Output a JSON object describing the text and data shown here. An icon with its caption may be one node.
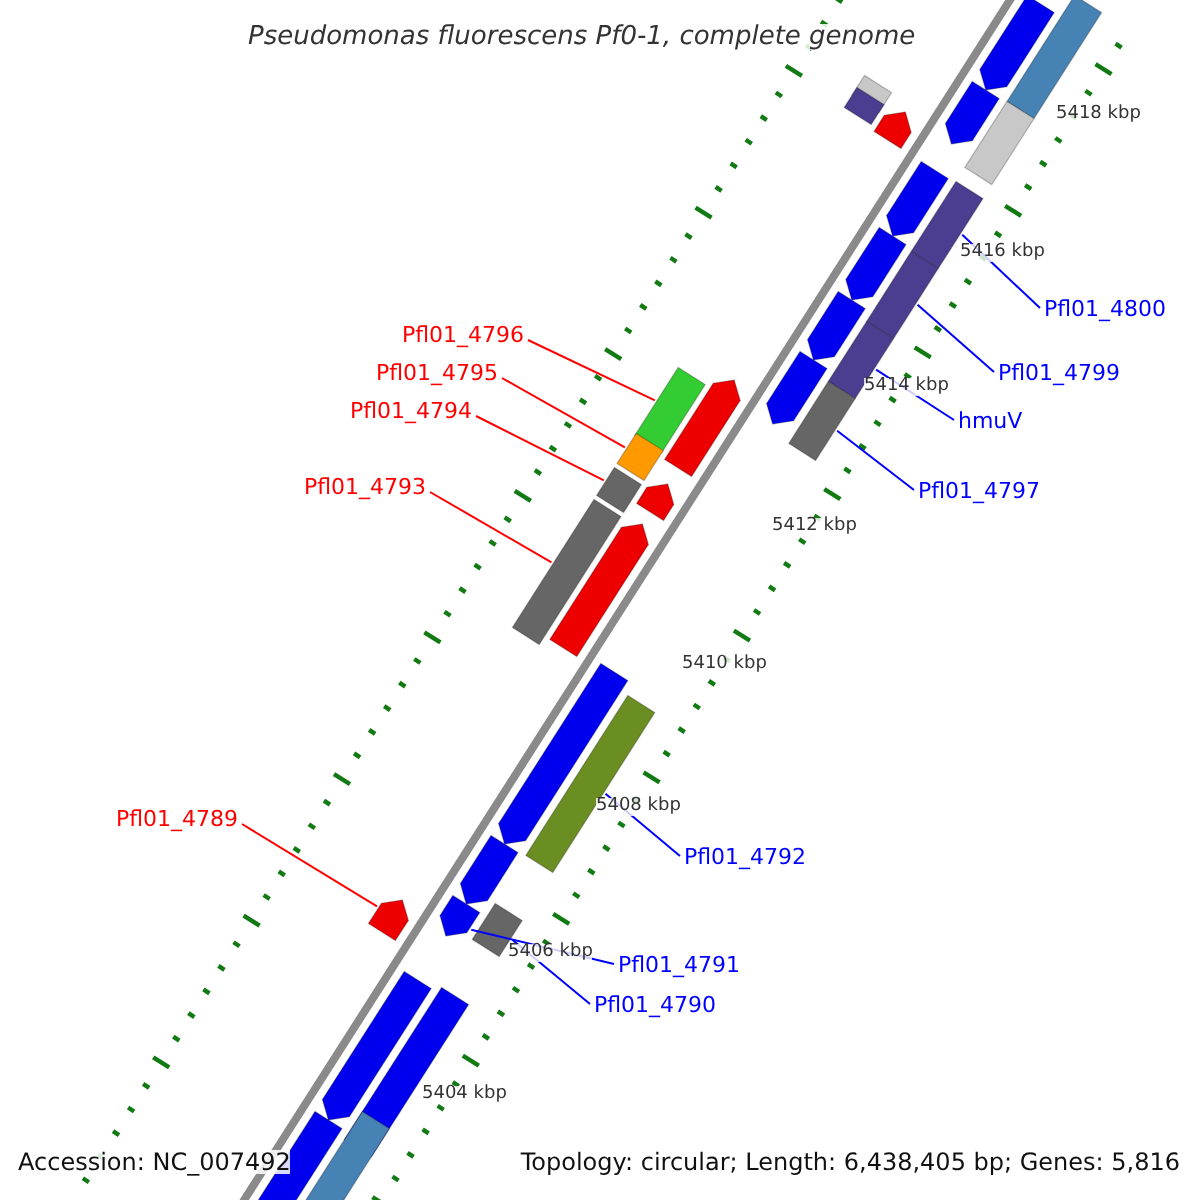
{
  "diagram": {
    "title": "Pseudomonas fluorescens Pf0-1, complete genome",
    "nodes": [
      {
        "text": [
          "Pfl01_4796"
        ]
      },
      {
        "text": [
          "Pfl01_4795"
        ]
      },
      {
        "text": [
          "Pfl01_4794"
        ]
      },
      {
        "text": [
          "Pfl01_4793"
        ]
      },
      {
        "text": [
          "Pfl01_4789"
        ]
      },
      {
        "text": [
          "Pfl01_4800"
        ]
      },
      {
        "text": [
          "Pfl01_4799"
        ]
      },
      {
        "text": [
          "hmuV"
        ]
      },
      {
        "text": [
          "Pfl01_4797"
        ]
      },
      {
        "text": [
          "Pfl01_4792"
        ]
      },
      {
        "text": [
          "Pfl01_4791"
        ]
      },
      {
        "text": [
          "Pfl01_4790"
        ]
      },
      {
        "text": [],
        "shape": "bar"
      },
      {
        "text": [],
        "shape": "bar"
      },
      {
        "text": [],
        "shape": "bar"
      },
      {
        "text": [],
        "shape": "bar"
      },
      {
        "text": [],
        "shape": "bar"
      },
      {
        "text": [],
        "shape": "bar"
      },
      {
        "text": [],
        "shape": "bar"
      },
      {
        "text": [],
        "shape": "bar"
      },
      {
        "text": [],
        "shape": "bar"
      },
      {
        "text": [],
        "shape": "bar"
      },
      {
        "text": [],
        "shape": "bar"
      },
      {
        "text": [],
        "shape": "bar"
      },
      {
        "text": [],
        "shape": "bar"
      },
      {
        "text": [],
        "shape": "bar"
      },
      {
        "text": [],
        "shape": "bar"
      },
      {
        "text": [],
        "shape": "bar"
      },
      {
        "text": [],
        "shape": "bar"
      },
      {
        "text": [],
        "shape": "bar"
      },
      {
        "text": [],
        "shape": "bar"
      },
      {
        "text": [],
        "shape": "bar"
      },
      {
        "text": [],
        "shape": "bar"
      },
      {
        "text": [],
        "shape": "bar"
      },
      {
        "text": [],
        "shape": "bar"
      },
      {
        "text": [],
        "shape": "bar"
      },
      {
        "text": [],
        "shape": "bar"
      },
      {
        "text": [],
        "shape": "bar"
      },
      {
        "text": [],
        "shape": "bar"
      },
      {
        "text": [],
        "shape": "bar"
      },
      {
        "text": [],
        "shape": "bar"
      },
      {
        "text": [],
        "shape": "bar"
      },
      {
        "text": [],
        "shape": "bar"
      },
      {
        "text": [],
        "shape": "bar"
      }
    ],
    "edges": [
      {
        "from": 0,
        "to": 26,
        "arrow": "none",
        "color": "#ff0000"
      },
      {
        "from": 1,
        "to": 29,
        "arrow": "none",
        "color": "#ff0000"
      },
      {
        "from": 2,
        "to": 30,
        "arrow": "none",
        "color": "#ff0000"
      },
      {
        "from": 3,
        "to": 32,
        "arrow": "none",
        "color": "#ff0000"
      },
      {
        "from": 4,
        "to": 37,
        "arrow": "none",
        "color": "#ff0000"
      },
      {
        "from": 5,
        "to": 20,
        "arrow": "none"
      },
      {
        "from": 6,
        "to": 22,
        "arrow": "none"
      },
      {
        "from": 7,
        "to": 24,
        "arrow": "none"
      },
      {
        "from": 8,
        "to": 28,
        "arrow": "none"
      },
      {
        "from": 9,
        "to": 35,
        "arrow": "none"
      },
      {
        "from": 10,
        "to": 38,
        "arrow": "none"
      },
      {
        "from": 11,
        "to": 39,
        "arrow": "none"
      }
    ],
    "labels": [
      "5418 kbp",
      "5416 kbp",
      "5414 kbp",
      "5412 kbp",
      "5410 kbp",
      "5408 kbp",
      "5406 kbp",
      "5404 kbp",
      "Accession: NC_007492",
      "Topology: circular; Length: 6,438,405 bp; Genes: 5,816"
    ]
  }
}
